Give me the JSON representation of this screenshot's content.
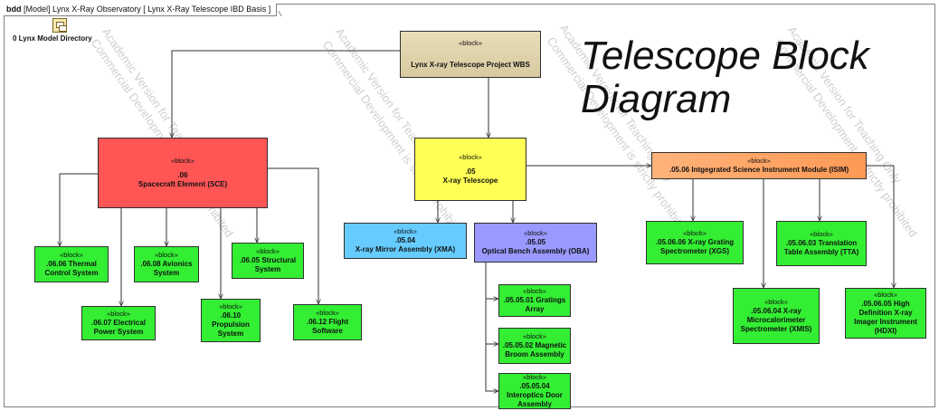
{
  "frame": {
    "keyword": "bdd",
    "title": "[Model] Lynx X-Ray Observatory [ Lynx X-Ray Telescope IBD Basis ]"
  },
  "overlay_title": "Telescope Block Diagram",
  "package": {
    "label": "0 Lynx Model Directory",
    "icon": "package-icon"
  },
  "stereotype": "«block»",
  "blocks": {
    "wbs": {
      "name": "Lynx X-ray Telescope Project WBS",
      "color": "#d8caa0"
    },
    "sce": {
      "num": ".06",
      "name": "Spacecraft Element (SCE)",
      "color": "#ff5555"
    },
    "xt": {
      "num": ".05",
      "name": "X-ray Telescope",
      "color": "#ffff55"
    },
    "ism": {
      "num": ".05.06",
      "name": "Intgegrated Science Instrument Module (ISIM)",
      "color": "#ff9955"
    },
    "tcs": {
      "name": ".06.06  Thermal Control System"
    },
    "eps": {
      "name": ".06.07 Electrical Power System"
    },
    "avi": {
      "name": ".06.08  Avionics System"
    },
    "pro": {
      "num": ".06.10",
      "name": "Propulsion System"
    },
    "str": {
      "name": ".06.05  Structural System"
    },
    "fsw": {
      "name": ".06.12  Flight Software"
    },
    "xma": {
      "num": ".05.04",
      "name": "X-ray Mirror Assembly (XMA)",
      "color": "#66ccff"
    },
    "oba": {
      "num": ".05.05",
      "name": "Optical Bench Assembly (OBA)",
      "color": "#9999ff"
    },
    "gra": {
      "name": ".05.05.01  Gratings Array"
    },
    "mba": {
      "name": ".05.05.02  Magnetic Broom Assembly"
    },
    "ida": {
      "name": ".05.05.04 Interoptics Door Assembly"
    },
    "xgs": {
      "name": ".05.06.06 X-ray Grating Spectrometer (XGS)"
    },
    "xmis": {
      "name": ".05.06.04 X-ray Microcalorimeter Spectrometer (XMIS)"
    },
    "tta": {
      "name": ".05.06.03 Translation Table Assembly (TTA)"
    },
    "hdxi": {
      "name": ".05.06.05 High Definition X-ray Imager Instrument (HDXI)"
    }
  },
  "watermark": [
    "Academic Version for Teaching Only",
    "Commercial Development is strictly prohibited"
  ],
  "colors": {
    "green_block": "#33ee33",
    "line": "#303030"
  }
}
